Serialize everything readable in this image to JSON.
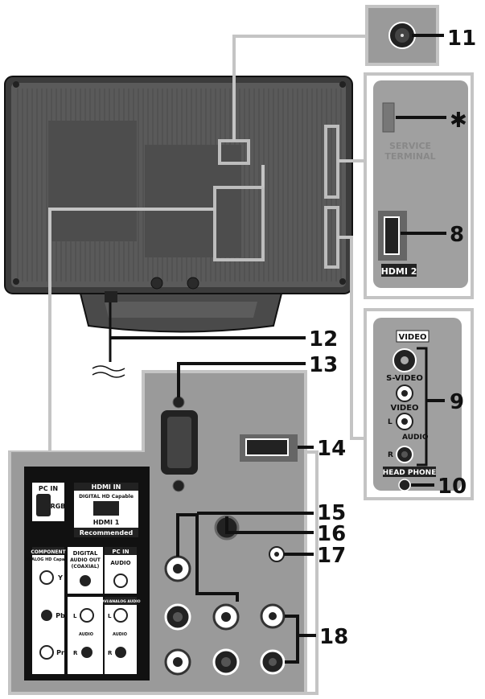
{
  "callouts": {
    "c8": "8",
    "c9": "9",
    "c10": "10",
    "c11": "11",
    "c12": "12",
    "c13": "13",
    "c14": "14",
    "c15": "15",
    "c16": "16",
    "c17": "17",
    "c18": "18",
    "star": "✱"
  },
  "side_panel": {
    "service_label": "SERVICE",
    "terminal_label": "TERMINAL",
    "hdmi2_label": "HDMI 2"
  },
  "av_panel": {
    "video_header": "VIDEO",
    "svideo_label": "S-VIDEO",
    "video_label": "VIDEO",
    "l_label": "L",
    "audio_label": "AUDIO",
    "r_label": "R",
    "headphone_label": "HEAD PHONE"
  },
  "rear_panel": {
    "pc_in_label": "PC IN",
    "rgb_label": "RGB",
    "hdmi_in_label": "HDMI IN",
    "hdmi_capable_label": "DIGITAL HD Capable",
    "hdmi1_label": "HDMI 1",
    "recommended_label": "Recommended",
    "component_label": "COMPONENT",
    "analog_hd_label": "ANALOG HD Capable",
    "y_label": "Y",
    "pb_label": "Pb",
    "pr_label": "Pr",
    "digital_audio_out_line1": "DIGITAL",
    "digital_audio_out_line2": "AUDIO OUT",
    "digital_audio_out_line3": "(COAXIAL)",
    "pc_in_audio_header": "PC IN",
    "pc_audio_label": "AUDIO",
    "dvi_analog_audio_label": "DVI/ANALOG AUDIO",
    "comp_l_label": "L",
    "comp_audio_label": "AUDIO",
    "comp_r_label": "R",
    "dvi_l_label": "L",
    "dvi_audio_label": "AUDIO",
    "dvi_r_label": "R"
  },
  "colors": {
    "panel_grey": "#9a9a9a",
    "frame_grey": "#b0b0b0",
    "tv_body": "#4a4a4a",
    "black_panel": "#111111",
    "jack_rim": "#ffffff",
    "callout": "#111111"
  }
}
